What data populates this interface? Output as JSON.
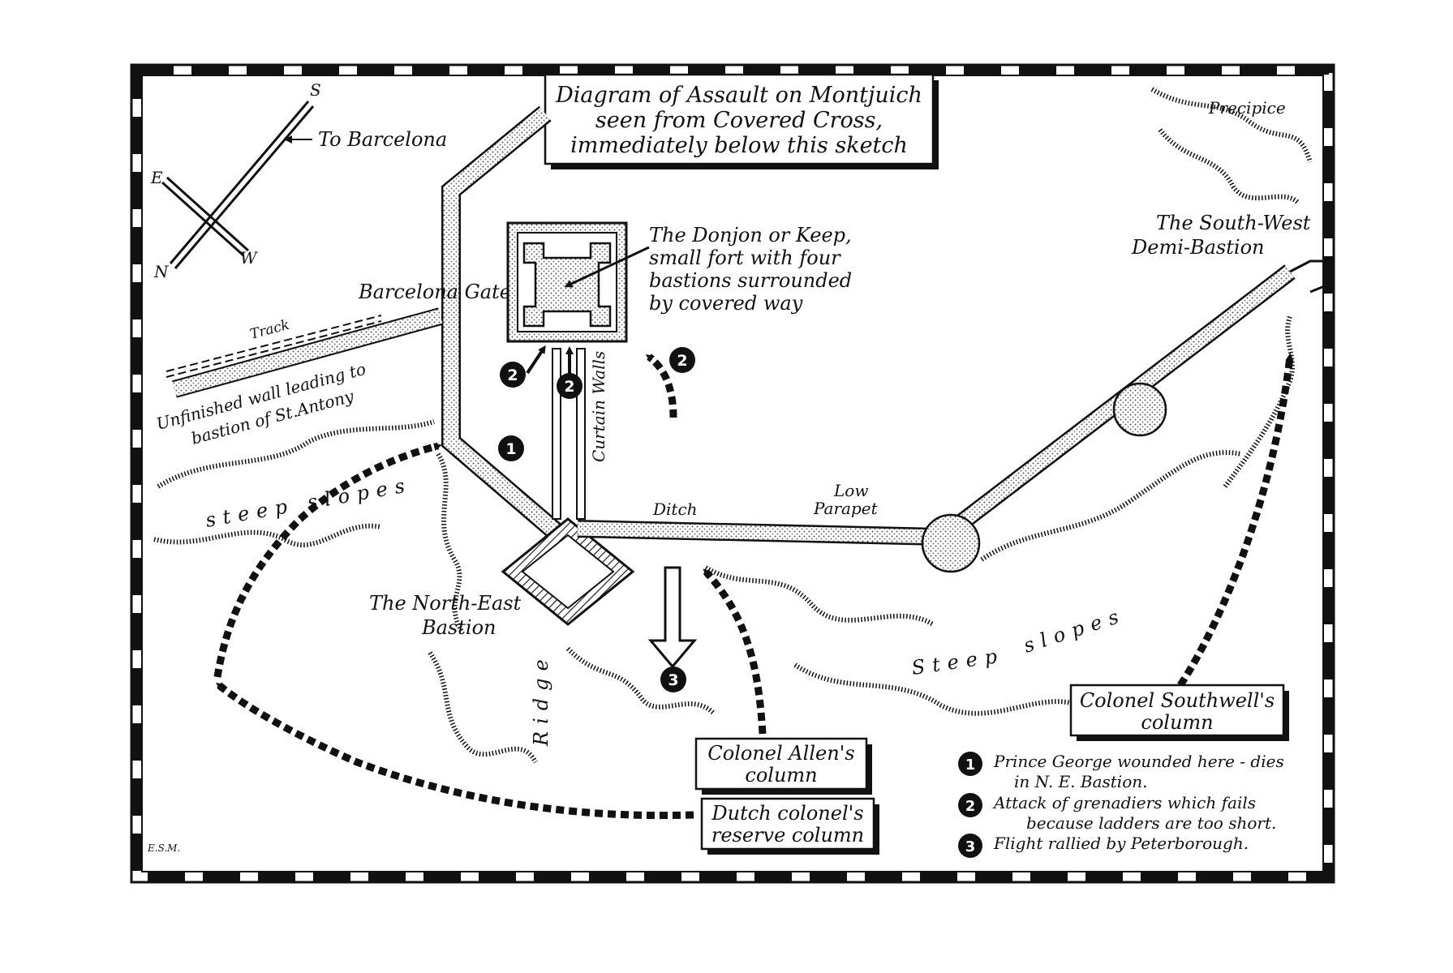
{
  "title": {
    "line1": "Diagram of Assault on Montjuich",
    "line2": "seen from Covered Cross,",
    "line3": "immediately below this sketch"
  },
  "compass": {
    "s": "S",
    "e": "E",
    "n": "N",
    "w": "W",
    "to_barcelona": "To Barcelona"
  },
  "labels": {
    "barcelona_gate": "Barcelona Gate",
    "track": "Track",
    "unfinished_wall_1": "Unfinished wall leading to",
    "unfinished_wall_2": "bastion of St.Antony",
    "steep_slopes_left": "steep slopes",
    "steep_slopes_right_1": "Steep",
    "steep_slopes_right_2": "slopes",
    "donjon_1": "The Donjon or Keep,",
    "donjon_2": "small fort with four",
    "donjon_3": "bastions surrounded",
    "donjon_4": "by covered way",
    "curtain_walls": "Curtain Walls",
    "ditch": "Ditch",
    "low_parapet_1": "Low",
    "low_parapet_2": "Parapet",
    "ne_bastion_1": "The North-East",
    "ne_bastion_2": "Bastion",
    "ridge": "Ridge",
    "sw_bastion_1": "The South-West",
    "sw_bastion_2": "Demi-Bastion",
    "precipice": "Precipice",
    "initials": "E.S.M."
  },
  "columns": {
    "allen_1": "Colonel Allen's",
    "allen_2": "column",
    "southwell_1": "Colonel Southwell's",
    "southwell_2": "column",
    "dutch_1": "Dutch colonel's",
    "dutch_2": "reserve column"
  },
  "markers": {
    "one": "1",
    "two": "2",
    "three": "3"
  },
  "legend": [
    {
      "num": "1",
      "line1": "Prince George wounded here - dies",
      "line2": "in N. E. Bastion."
    },
    {
      "num": "2",
      "line1": "Attack of grenadiers which fails",
      "line2": "because ladders are too short."
    },
    {
      "num": "3",
      "line1": "Flight rallied by Peterborough.",
      "line2": ""
    }
  ]
}
